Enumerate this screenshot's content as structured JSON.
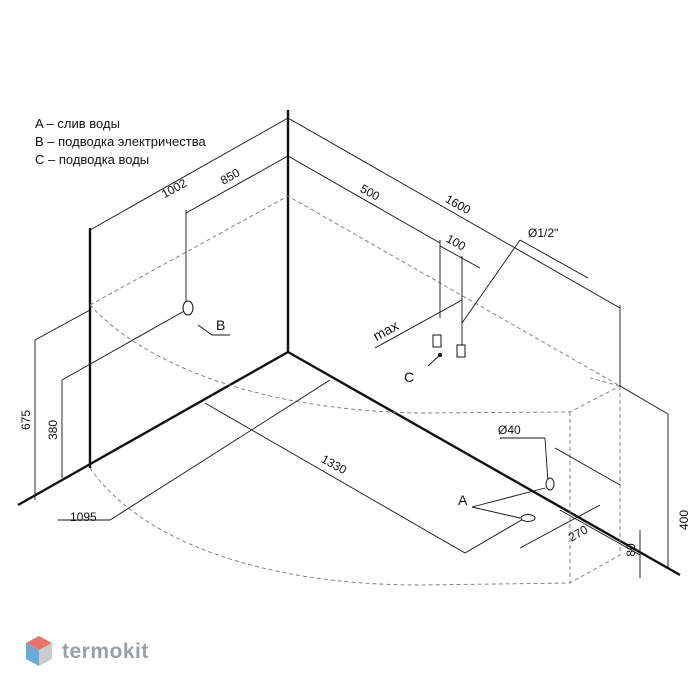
{
  "legend": {
    "a": "A – слив воды",
    "b": "B – подводка электричества",
    "c": "C – подводка воды"
  },
  "dimensions": {
    "d1002": "1002",
    "d850": "850",
    "d500": "500",
    "d1600": "1600",
    "d100": "100",
    "d_pipe": "Ø1/2\"",
    "d_max": "max",
    "d675": "675",
    "d380": "380",
    "d1330": "1330",
    "d1095": "1095",
    "d40": "Ø40",
    "d270": "270",
    "d80": "80",
    "d400": "400"
  },
  "labels": {
    "a": "A",
    "b": "B",
    "c": "C"
  },
  "logo": {
    "text": "termokit",
    "colors": [
      "#e8736b",
      "#6ea8d8",
      "#c9ccd1"
    ]
  }
}
